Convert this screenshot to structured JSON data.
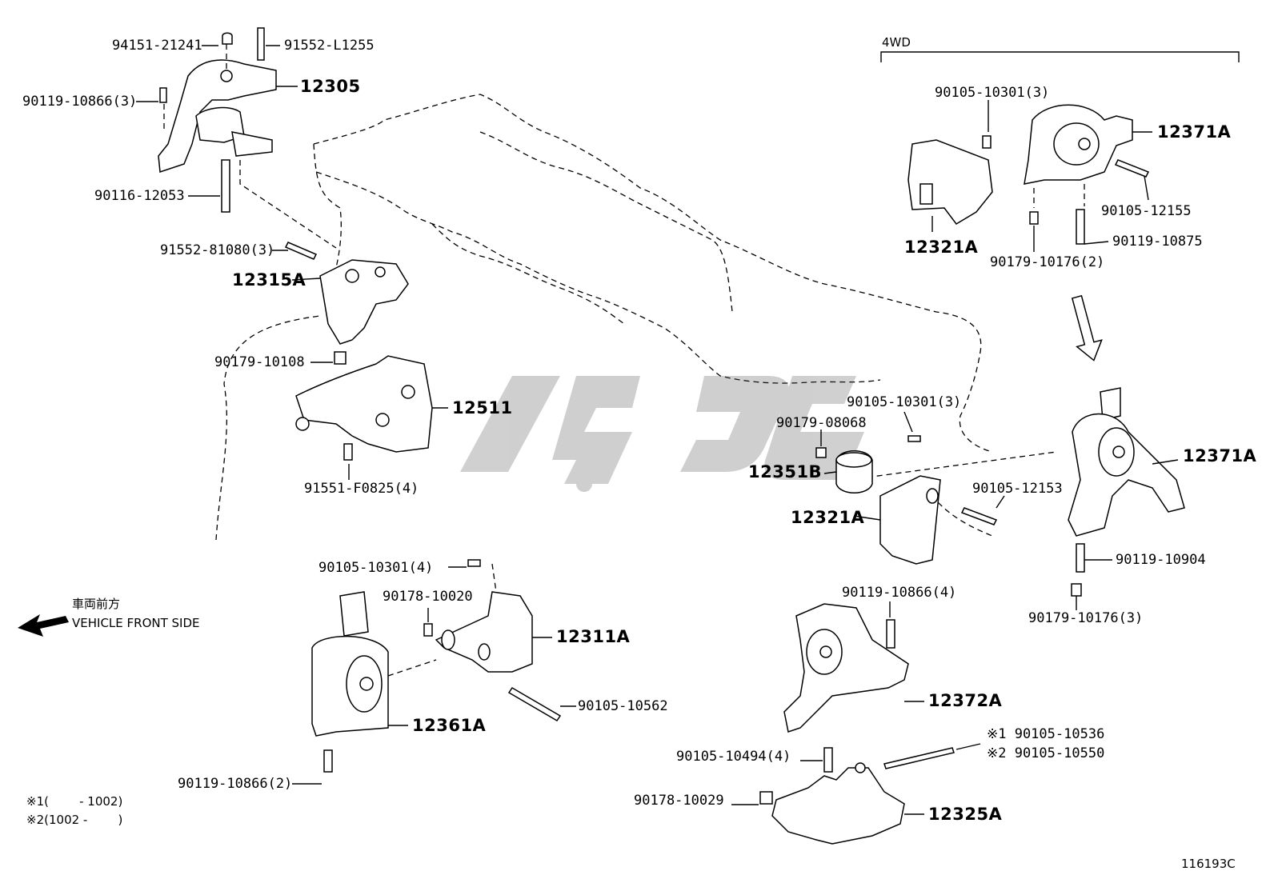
{
  "section_label": "4WD",
  "direction": {
    "japanese": "車両前方",
    "english": "VEHICLE FRONT SIDE"
  },
  "notes": [
    {
      "mark": "※1",
      "text": "(        - 1002)"
    },
    {
      "mark": "※2",
      "text": "(1002 -        )"
    }
  ],
  "diagram_id": "116193C",
  "part_labels": {
    "p94151": "94151-21241",
    "p91552l": "91552-L1255",
    "p12305": "12305",
    "p90119a": "90119-10866(3)",
    "p90116": "90116-12053",
    "p91552b": "91552-81080(3)",
    "p12315a": "12315A",
    "p90179a": "90179-10108",
    "p12511": "12511",
    "p91551": "91551-F0825(4)",
    "p90105a": "90105-10301(4)",
    "p90178a": "90178-10020",
    "p12311a": "12311A",
    "p90105b": "90105-10562",
    "p12361a": "12361A",
    "p90119b": "90119-10866(2)",
    "p90105c": "90105-10301(3)",
    "p12371a_top": "12371A",
    "p90105d": "90105-12155",
    "p12321a_top": "12321A",
    "p90179b": "90179-10176(2)",
    "p90119c": "90119-10875",
    "p90105e": "90105-10301(3)",
    "p90179c": "90179-08068",
    "p12351b": "12351B",
    "p12321a_mid": "12321A",
    "p90105f": "90105-12153",
    "p12371a_mid": "12371A",
    "p90119d": "90119-10904",
    "p90179d": "90179-10176(3)",
    "p90119e": "90119-10866(4)",
    "p12372a": "12372A",
    "p90105g": "※1 90105-10536",
    "p90105h": "※2 90105-10550",
    "p90105i": "90105-10494(4)",
    "p90178b": "90178-10029",
    "p12325a": "12325A"
  }
}
